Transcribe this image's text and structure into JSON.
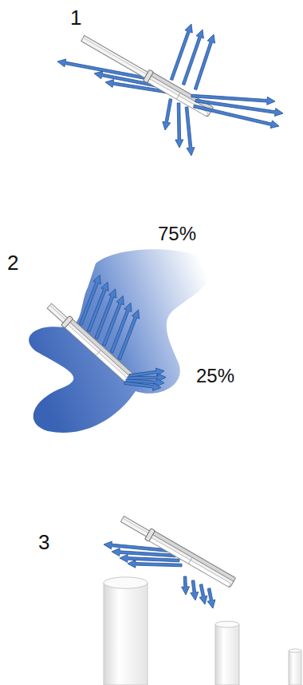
{
  "diagram": {
    "labels": [
      "1",
      "75%",
      "2",
      "25%",
      "3"
    ]
  }
}
